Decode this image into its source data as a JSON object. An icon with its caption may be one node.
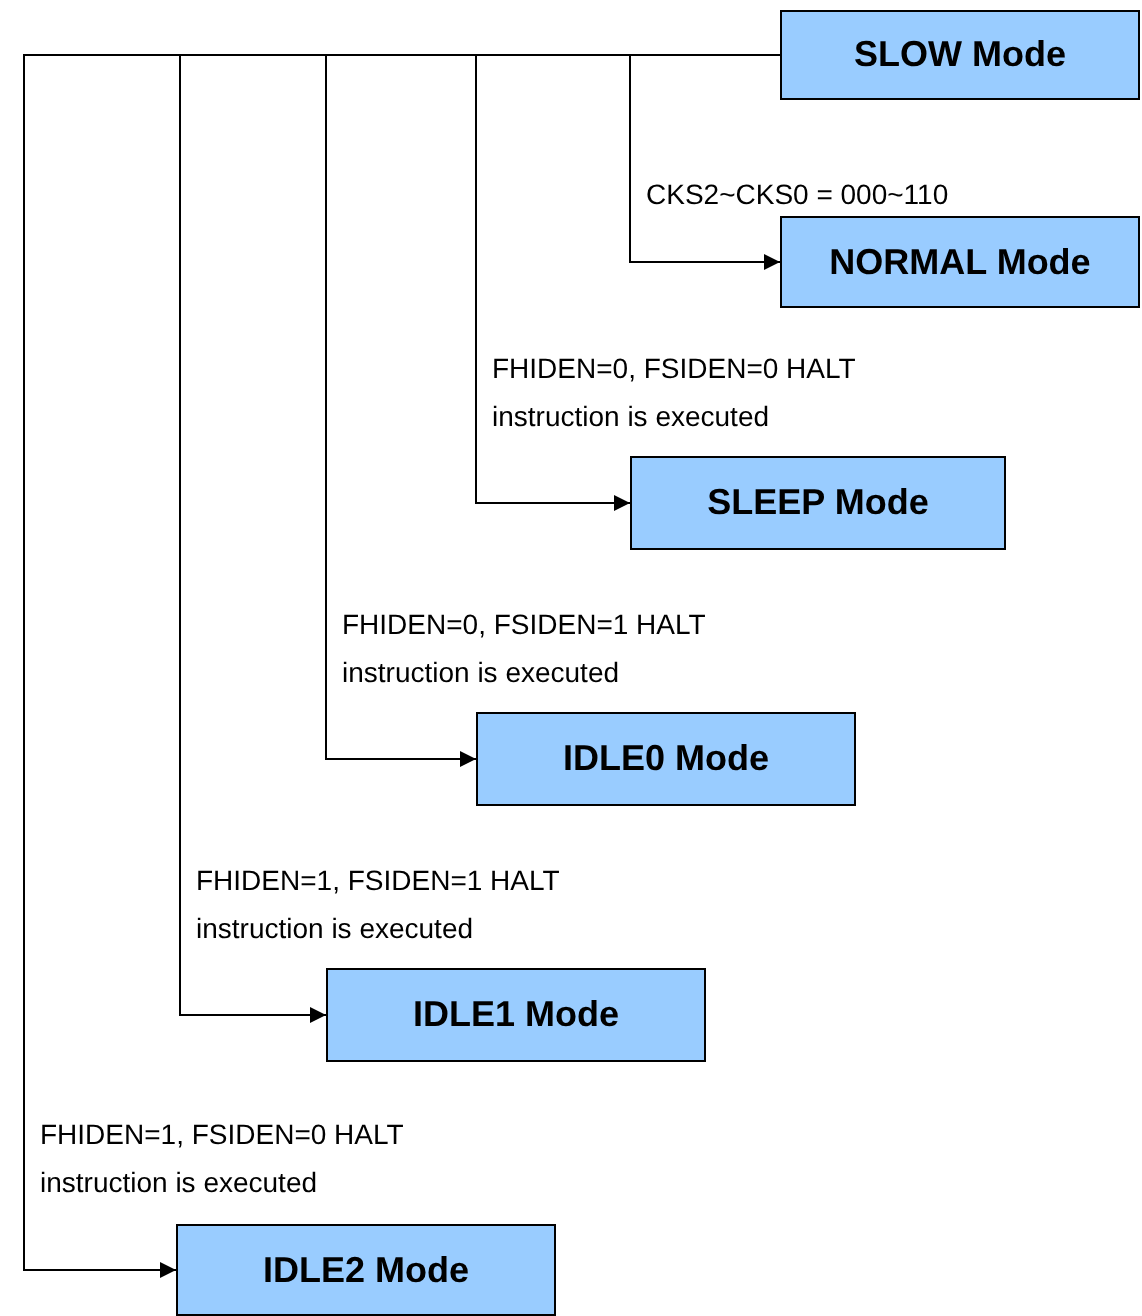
{
  "diagram": {
    "nodes": [
      {
        "text": [
          "SLOW Mode"
        ]
      },
      {
        "text": [
          "NORMAL Mode"
        ]
      },
      {
        "text": [
          "SLEEP Mode"
        ]
      },
      {
        "text": [
          "IDLE0 Mode"
        ]
      },
      {
        "text": [
          "IDLE1 Mode"
        ]
      },
      {
        "text": [
          "IDLE2 Mode"
        ]
      }
    ],
    "edges": [
      {
        "from": 0,
        "to": 1,
        "arrow": "to",
        "label": "CKS2~CKS0 = 000~110"
      },
      {
        "from": 0,
        "to": 2,
        "arrow": "to",
        "label": "FHIDEN=0, FSIDEN=0 HALT instruction is executed"
      },
      {
        "from": 0,
        "to": 3,
        "arrow": "to",
        "label": "FHIDEN=0, FSIDEN=1 HALT instruction is executed"
      },
      {
        "from": 0,
        "to": 4,
        "arrow": "to",
        "label": "FHIDEN=1, FSIDEN=1 HALT instruction is executed"
      },
      {
        "from": 0,
        "to": 5,
        "arrow": "to",
        "label": "FHIDEN=1, FSIDEN=0 HALT instruction is executed"
      }
    ]
  }
}
